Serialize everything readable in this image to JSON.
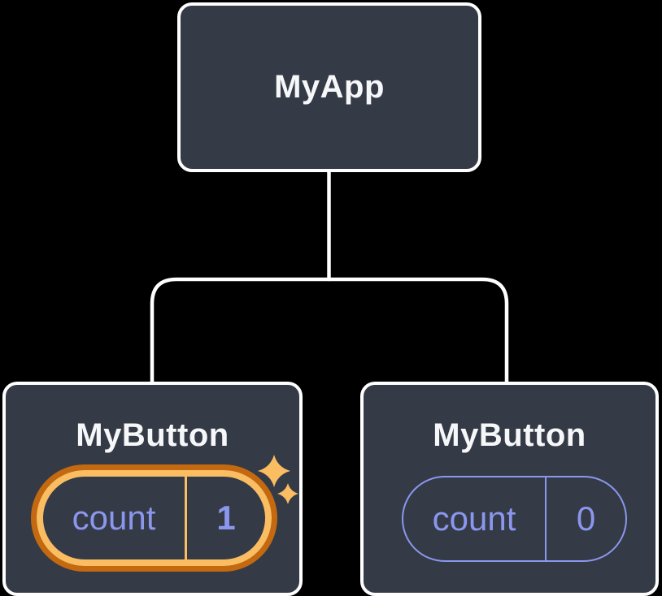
{
  "tree": {
    "root": {
      "label": "MyApp"
    },
    "children": [
      {
        "label": "MyButton",
        "state_name": "count",
        "state_value": "1",
        "highlighted": true
      },
      {
        "label": "MyButton",
        "state_name": "count",
        "state_value": "0",
        "highlighted": false
      }
    ]
  },
  "icons": {
    "sparkles": "sparkles-icon"
  },
  "colors": {
    "background": "#000000",
    "node_fill": "#353b46",
    "node_border": "#ffffff",
    "title_text": "#f6f7f9",
    "state_accent": "#8b96ee",
    "highlight_ring_outer": "#c4690f",
    "highlight_ring_inner": "#fabd62",
    "sparkle": "#fabd62",
    "connector": "#ffffff"
  }
}
